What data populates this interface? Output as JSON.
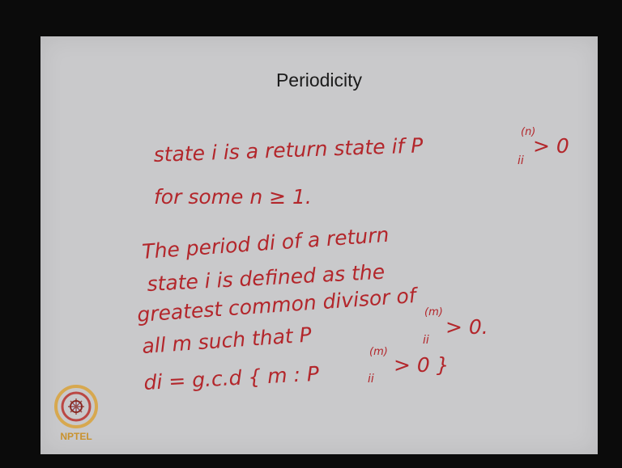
{
  "slide": {
    "title": "Periodicity",
    "handwriting": {
      "line1": "state i is a return state if P",
      "line1_sup": "(n)",
      "line1_sub": "ii",
      "line1_tail": "> 0",
      "line2": "for some n ≥ 1.",
      "line3": "The period di of a return",
      "line4": "state i is defined as the",
      "line5": "greatest common divisor of",
      "line6": "all m such that P",
      "line6_sup": "(m)",
      "line6_sub": "ii",
      "line6_tail": "> 0.",
      "line7": "di = g.c.d { m : P",
      "line7_sup": "(m)",
      "line7_sub": "ii",
      "line7_tail": "> 0 }"
    },
    "ink_color": "#b3262b"
  },
  "logo": {
    "label": "NPTEL",
    "icon": "nptel-logo-icon"
  }
}
